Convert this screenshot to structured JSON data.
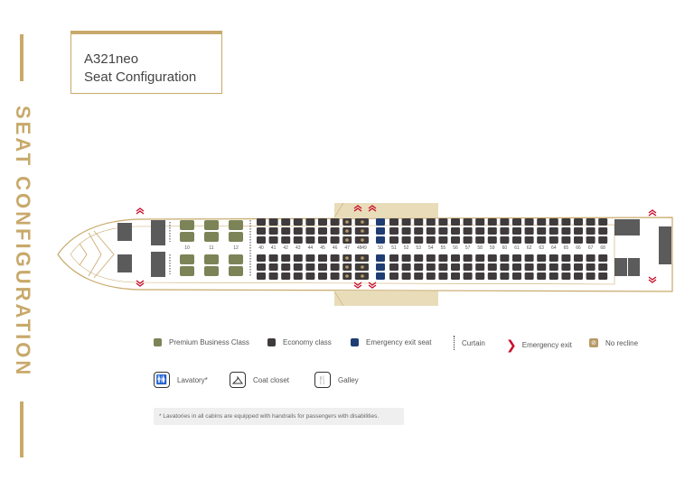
{
  "side_title": "SEAT CONFIGURATION",
  "title": {
    "line1": "A321neo",
    "line2": "Seat Configuration"
  },
  "business_rows": [
    "10",
    "11",
    "12"
  ],
  "economy_rows_a": [
    "40",
    "41",
    "42",
    "43",
    "44",
    "45",
    "46",
    "47",
    "48"
  ],
  "exit_row": "49",
  "exit_seat_row": "50",
  "economy_rows_b": [
    "51",
    "52",
    "53",
    "54",
    "55",
    "56",
    "57",
    "58",
    "59",
    "60",
    "61",
    "62",
    "63",
    "64",
    "65",
    "66",
    "67",
    "68"
  ],
  "legend": {
    "premium": "Premium Business Class",
    "economy": "Economy class",
    "emergency_seat": "Emergency exit seat",
    "curtain": "Curtain",
    "emergency_exit": "Emergency exit",
    "no_recline": "No recline",
    "lavatory": "Lavatory*",
    "coat": "Coat closet",
    "galley": "Galley"
  },
  "note": "* Lavatories in all cabins are equipped with handrails for passengers with disabilities.",
  "colors": {
    "gold": "#c8a96a",
    "premium": "#7c8457",
    "economy": "#3f3b3d",
    "exit_seat": "#1f3d73",
    "exit_arrow": "#c8102e",
    "no_recline": "#b79a67"
  }
}
